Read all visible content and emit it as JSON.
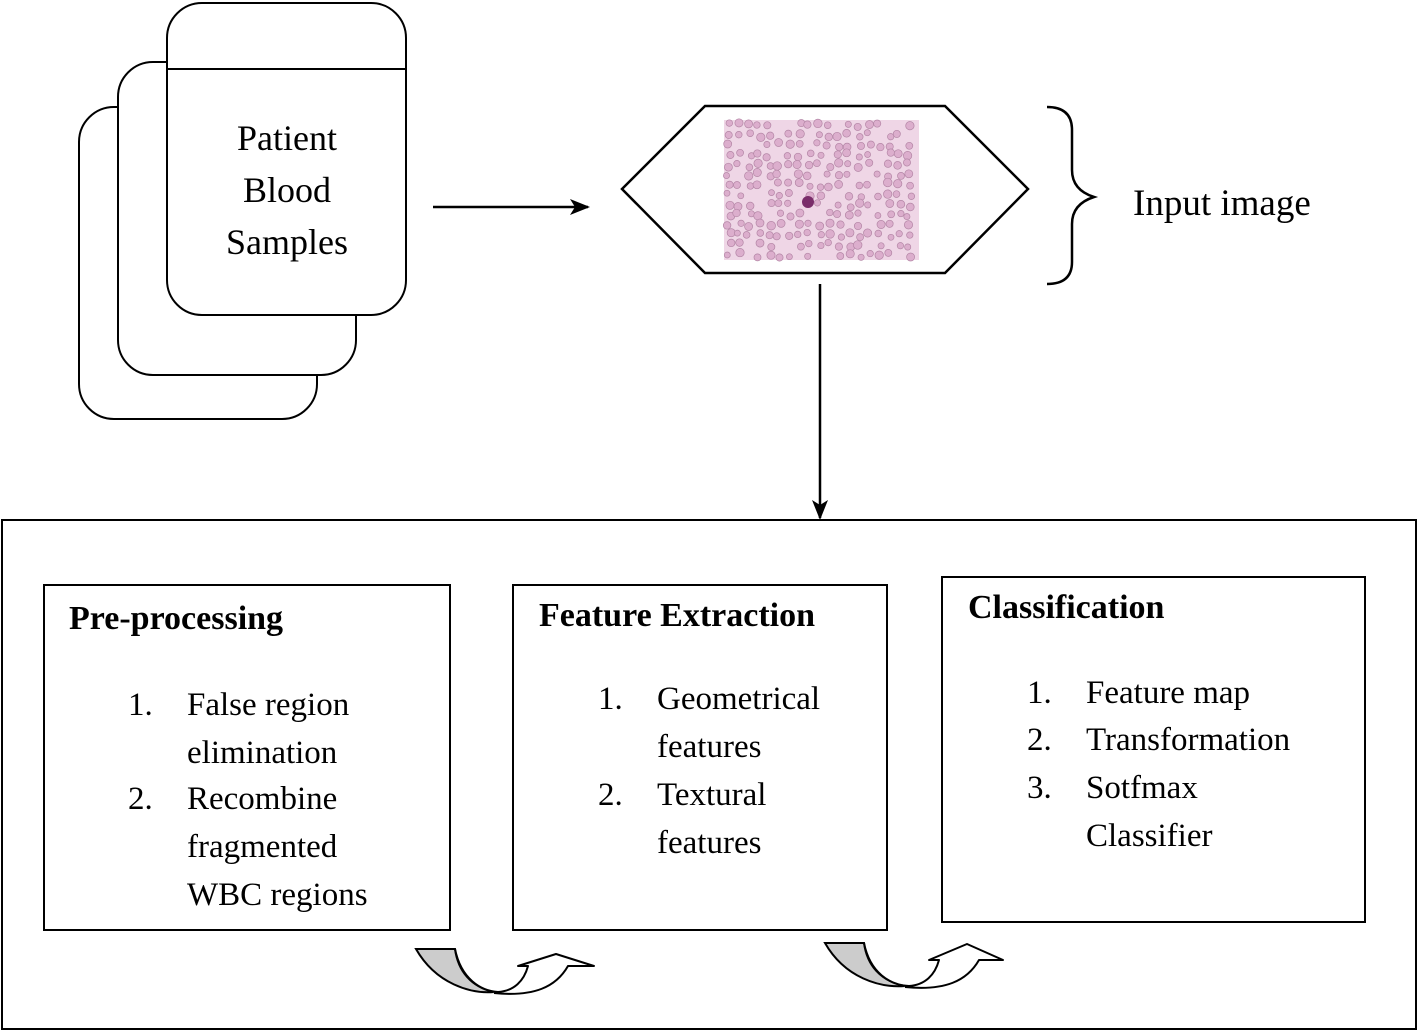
{
  "samples": {
    "label_lines": [
      "Patient",
      "Blood",
      "Samples"
    ]
  },
  "input": {
    "label": "Input image"
  },
  "stages": [
    {
      "title": "Pre-processing",
      "items": [
        {
          "num": "1.",
          "lines": [
            "False region",
            "elimination"
          ]
        },
        {
          "num": "2.",
          "lines": [
            "Recombine",
            "fragmented",
            "WBC regions"
          ]
        }
      ]
    },
    {
      "title": "Feature Extraction",
      "items": [
        {
          "num": "1.",
          "lines": [
            "Geometrical",
            "features"
          ]
        },
        {
          "num": "2.",
          "lines": [
            "Textural",
            "features"
          ]
        }
      ]
    },
    {
      "title": "Classification",
      "items": [
        {
          "num": "1.",
          "lines": [
            "Feature map"
          ]
        },
        {
          "num": "2.",
          "lines": [
            "Transformation"
          ]
        },
        {
          "num": "3.",
          "lines": [
            "Sotfmax",
            "Classifier"
          ]
        }
      ]
    }
  ],
  "colors": {
    "stroke": "#000000",
    "smear_background": "#efd6e6",
    "cell_fill": "#dcaecd",
    "cell_edge": "#b486a6",
    "nucleus": "#7a2d6a",
    "curved_arrow_fill": "#cccccc"
  }
}
